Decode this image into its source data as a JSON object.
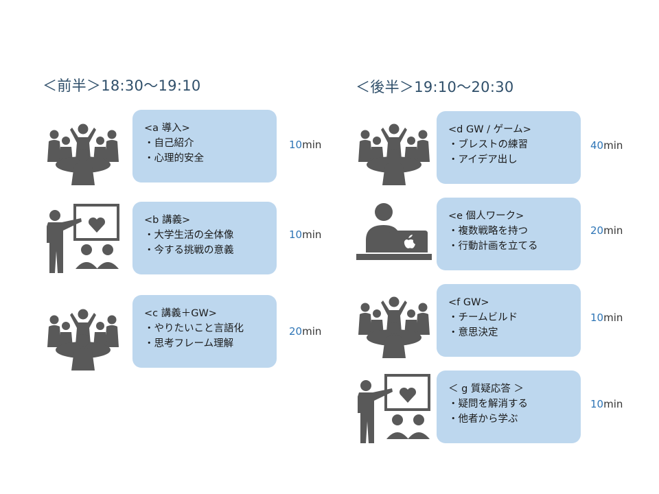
{
  "sections": [
    {
      "title": "＜前半＞18:30～19:10"
    },
    {
      "title": "＜後半＞19:10～20:30"
    }
  ],
  "sessions": [
    {
      "icon": "group-icon",
      "title": "<a 導入>",
      "items": [
        "・自己紹介",
        "・心理的安全"
      ],
      "duration_value": "10",
      "duration_unit": "min"
    },
    {
      "icon": "presenter-icon",
      "title": "<b 講義>",
      "items": [
        "・大学生活の全体像",
        "・今する挑戦の意義"
      ],
      "duration_value": "10",
      "duration_unit": "min"
    },
    {
      "icon": "group-icon",
      "title": "<c 講義＋GW>",
      "items": [
        "・やりたいこと言語化",
        "・思考フレーム理解"
      ],
      "duration_value": "20",
      "duration_unit": "min"
    },
    {
      "icon": "group-icon",
      "title": "<d GW / ゲーム>",
      "items": [
        "・ブレストの練習",
        "・アイデア出し"
      ],
      "duration_value": "40",
      "duration_unit": "min"
    },
    {
      "icon": "laptop-worker-icon",
      "title": "<e 個人ワーク>",
      "items": [
        "・複数戦略を持つ",
        "・行動計画を立てる"
      ],
      "duration_value": "20",
      "duration_unit": "min"
    },
    {
      "icon": "group-icon",
      "title": "<f GW>",
      "items": [
        "・チームビルド",
        "・意思決定"
      ],
      "duration_value": "10",
      "duration_unit": "min"
    },
    {
      "icon": "presenter-icon",
      "title": "＜ g 質疑応答 ＞",
      "items": [
        "・疑問を解消する",
        "・他者から学ぶ"
      ],
      "duration_value": "10",
      "duration_unit": "min"
    }
  ],
  "colors": {
    "card": "#bdd7ee",
    "icon": "#595959",
    "title": "#2f4f6a",
    "duration_number": "#2e75b6"
  }
}
